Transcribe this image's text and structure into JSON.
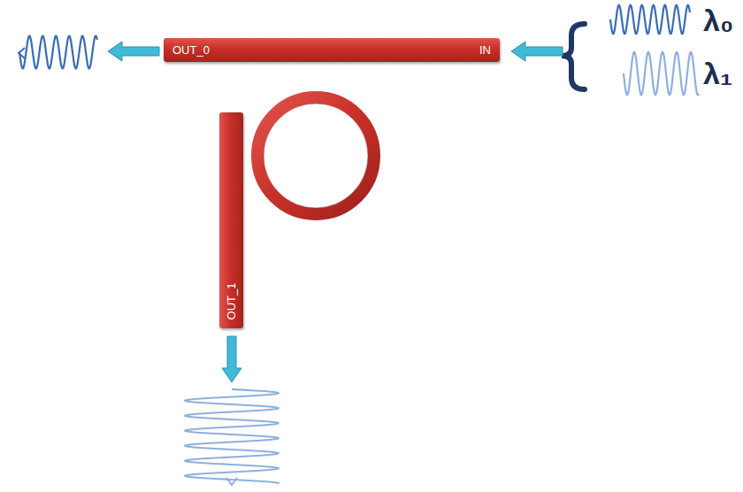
{
  "diagram": {
    "nodes": [
      {
        "text": [
          "OUT_0",
          "IN"
        ]
      },
      {
        "text": [
          "OUT_1"
        ]
      }
    ],
    "labels": [
      "λ₀",
      "λ₁"
    ]
  }
}
